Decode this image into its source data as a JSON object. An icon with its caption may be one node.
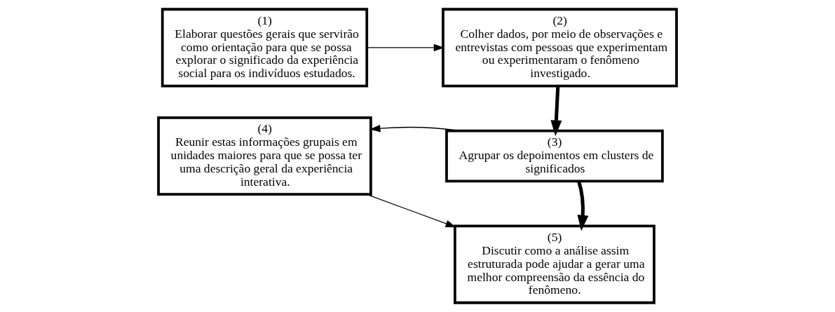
{
  "diagram": {
    "nodes": [
      {
        "text": [
          "(1)",
          "Elaborar questões gerais que servirão como orientação para que se possa explorar o significado da experiência social para os indivíduos estudados."
        ]
      },
      {
        "text": [
          "(2)",
          "Colher dados, por meio de observações e entrevistas com pessoas que experimentam ou experimentaram o fenômeno investigado."
        ]
      },
      {
        "text": [
          "(3)",
          "Agrupar os depoimentos em clusters de significados"
        ]
      },
      {
        "text": [
          "(4)",
          "Reunir estas informações grupais em unidades maiores para que se possa ter uma descrição geral da experiência interativa."
        ]
      },
      {
        "text": [
          "(5)",
          "Discutir como a análise assim estruturada pode ajudar a gerar uma melhor compreensão da essência do fenômeno."
        ]
      }
    ],
    "edges": [
      {
        "from": 0,
        "to": 1,
        "arrow": "to"
      },
      {
        "from": 1,
        "to": 2,
        "arrow": "to",
        "style": "thick"
      },
      {
        "from": 2,
        "to": 3,
        "arrow": "to"
      },
      {
        "from": 2,
        "to": 4,
        "arrow": "to",
        "style": "thick"
      },
      {
        "from": 3,
        "to": 4,
        "arrow": "to"
      }
    ]
  }
}
